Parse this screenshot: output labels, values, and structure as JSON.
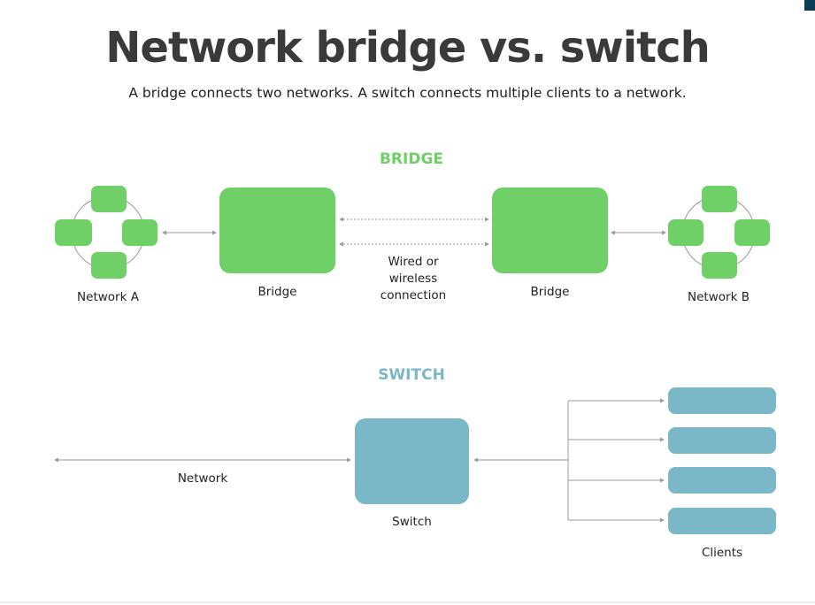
{
  "title": "Network bridge vs. switch",
  "subtitle": "A bridge connects two networks. A switch connects multiple clients to a network.",
  "bridge_section": {
    "label": "BRIDGE",
    "label_color": "#6fd068",
    "network_a_label": "Network A",
    "bridge_left_label": "Bridge",
    "connection_label": [
      "Wired or",
      "wireless",
      "connection"
    ],
    "bridge_right_label": "Bridge",
    "network_b_label": "Network B"
  },
  "switch_section": {
    "label": "SWITCH",
    "label_color": "#7ab7c7",
    "network_label": "Network",
    "switch_label": "Switch",
    "clients_label": "Clients"
  },
  "colors": {
    "green": "#6fd068",
    "blue": "#7ab7c7",
    "line": "#9a9a9a"
  }
}
